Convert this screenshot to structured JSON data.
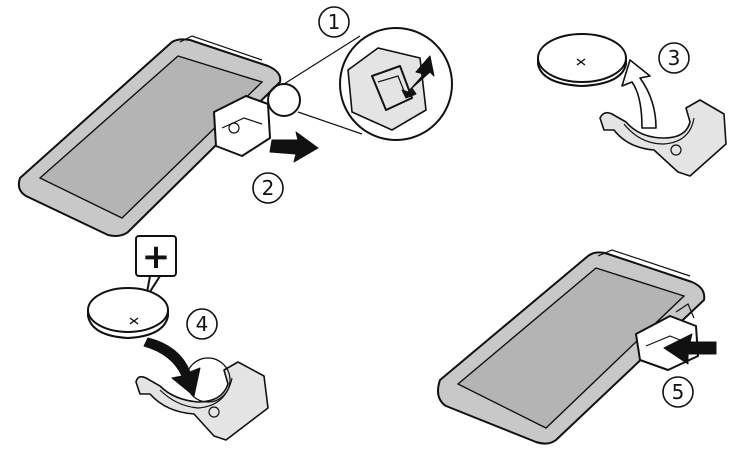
{
  "steps": [
    {
      "number": "1"
    },
    {
      "number": "2"
    },
    {
      "number": "3"
    },
    {
      "number": "4"
    },
    {
      "number": "5"
    }
  ],
  "polarity_symbol": "+",
  "colors": {
    "ink": "#111111",
    "body": "#c8c8c8",
    "face": "#b4b4b4"
  }
}
